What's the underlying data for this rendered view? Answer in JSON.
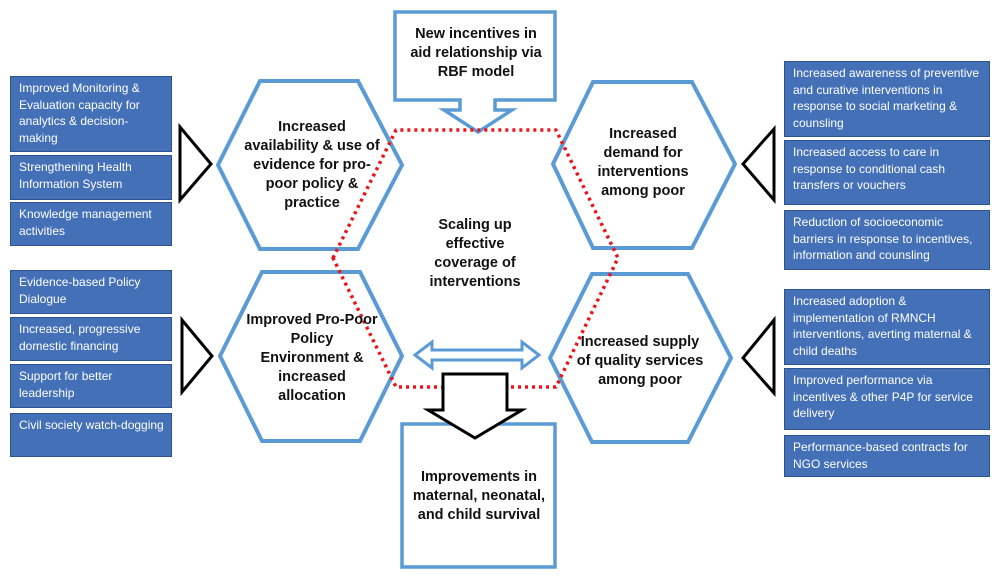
{
  "center": {
    "text": "Scaling up effective coverage of interventions"
  },
  "top_callout": {
    "text": "New incentives in aid relationship via RBF model"
  },
  "bottom_outcome": {
    "text": "Improvements in maternal, neonatal, and child survival"
  },
  "hexagons": {
    "top_left": "Increased availability & use of evidence for pro-poor policy & practice",
    "top_right": "Increased demand for interventions among poor",
    "bottom_left": "Improved Pro-Poor Policy Environment & increased allocation",
    "bottom_right": "Increased supply of quality services among poor"
  },
  "left_top_boxes": [
    "Improved Monitoring & Evaluation capacity for analytics & decision-making",
    "Strengthening Health Information System",
    "Knowledge management activities"
  ],
  "left_bottom_boxes": [
    "Evidence-based Policy Dialogue",
    "Increased, progressive domestic financing",
    "Support for better leadership",
    "Civil society watch-dogging"
  ],
  "right_top_boxes": [
    "Increased awareness of preventive and curative interventions in response to social marketing & counsling",
    "Increased access to care in response to conditional cash transfers or vouchers",
    "Reduction of socioeconomic barriers in response to incentives, information and counsling"
  ],
  "right_bottom_boxes": [
    "Increased adoption & implementation of RMNCH interventions, averting maternal & child deaths",
    "Improved performance via incentives & other P4P for service delivery",
    "Performance-based contracts for NGO services"
  ],
  "colors": {
    "box_fill": "#4470B8",
    "shape_outline": "#5B9BD5",
    "dotted_outline": "#E8161B",
    "arrow_outline": "#000000"
  },
  "icons": {
    "left_triangles": "triangle-right-icon",
    "right_triangles": "triangle-left-icon",
    "center_double_arrow": "double-arrow-horizontal-icon",
    "down_arrow": "arrow-down-icon",
    "callout_arrow": "callout-down-arrow-icon"
  }
}
